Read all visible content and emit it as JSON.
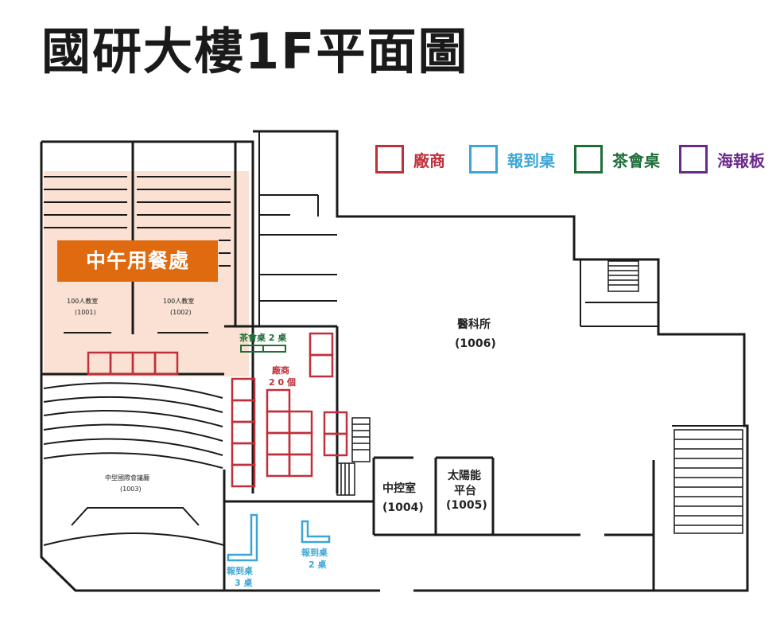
{
  "title": "國研大樓1F平面圖",
  "legend": [
    {
      "label": "廠商",
      "color": "#c0303a"
    },
    {
      "label": "報到桌",
      "color": "#3ba6d6"
    },
    {
      "label": "茶會桌",
      "color": "#1e6e3a"
    },
    {
      "label": "海報板",
      "color": "#6a2a8c"
    }
  ],
  "lunch_area": {
    "label": "中午用餐處",
    "color": "#e06a10",
    "overlay": "#f9dccb"
  },
  "rooms": {
    "classroom_1001": {
      "name": "100人教室",
      "code": "(1001)"
    },
    "classroom_1002": {
      "name": "100人教室",
      "code": "(1002)"
    },
    "hall_1003": {
      "name": "中型國際會議廳",
      "code": "(1003)"
    },
    "control_1004": {
      "name": "中控室",
      "code": "(1004)"
    },
    "solar_1005": {
      "name_line1": "太陽能",
      "name_line2": "平台",
      "code": "(1005)"
    },
    "med_1006": {
      "name": "醫科所",
      "code": "(1006)"
    }
  },
  "annotations": {
    "tea": "茶會桌 2 桌",
    "vendor_line1": "廠商",
    "vendor_line2": "2 0 個",
    "checkin_a_line1": "報到桌",
    "checkin_a_line2": "3 桌",
    "checkin_b_line1": "報到桌",
    "checkin_b_line2": "2 桌"
  },
  "wall_color": "#1a1a1a"
}
